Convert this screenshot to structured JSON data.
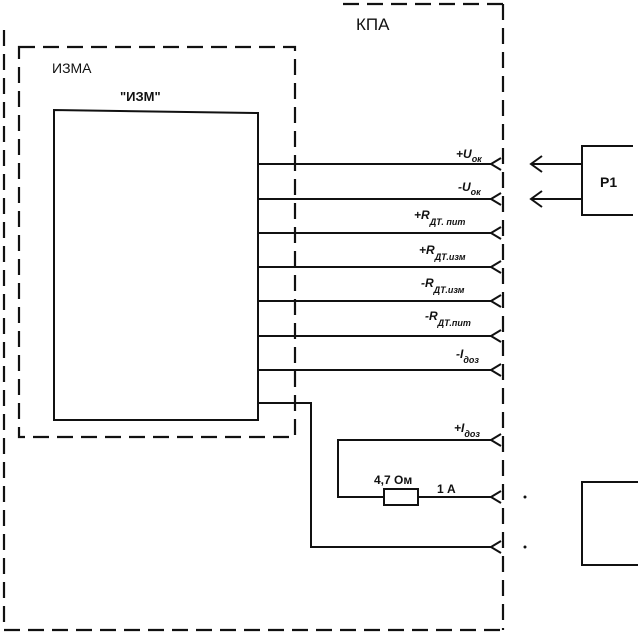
{
  "diagram": {
    "kpa_label": "КПА",
    "block_label": "ИЗМА",
    "inner_label": "\"ИЗМ\"",
    "p1_label": "Р1",
    "resistor_value": "4,7 Ом",
    "current_value": "1 А",
    "pins": [
      {
        "sign": "+",
        "sym": "U",
        "sub": "ок"
      },
      {
        "sign": "-",
        "sym": "U",
        "sub": "ок"
      },
      {
        "sign": "+",
        "sym": "R",
        "sub": "ДТ. пит"
      },
      {
        "sign": "+",
        "sym": "R",
        "sub": "ДТ.изм"
      },
      {
        "sign": "-",
        "sym": "R",
        "sub": "ДТ.изм"
      },
      {
        "sign": "-",
        "sym": "R",
        "sub": "ДТ.пит"
      },
      {
        "sign": "-",
        "sym": "I",
        "sub": "доз"
      },
      {
        "sign": "+",
        "sym": "I",
        "sub": "доз"
      }
    ]
  }
}
